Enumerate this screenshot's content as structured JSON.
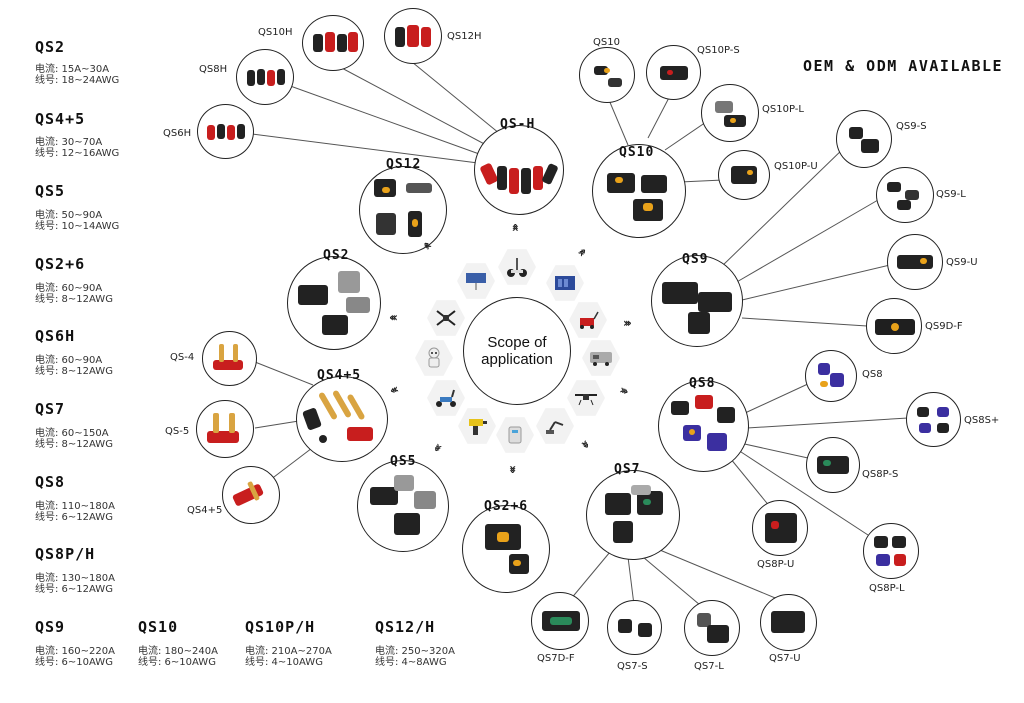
{
  "header": {
    "oem": "OEM & ODM AVAILABLE"
  },
  "center": {
    "line1": "Scope of",
    "line2": "application"
  },
  "specs": [
    {
      "name": "QS2",
      "current": "电流: 15A~30A",
      "gauge": "线号: 18~24AWG"
    },
    {
      "name": "QS4+5",
      "current": "电流: 30~70A",
      "gauge": "线号: 12~16AWG"
    },
    {
      "name": "QS5",
      "current": "电流: 50~90A",
      "gauge": "线号: 10~14AWG"
    },
    {
      "name": "QS2+6",
      "current": "电流: 60~90A",
      "gauge": "线号: 8~12AWG"
    },
    {
      "name": "QS6H",
      "current": "电流: 60~90A",
      "gauge": "线号: 8~12AWG"
    },
    {
      "name": "QS7",
      "current": "电流: 60~150A",
      "gauge": "线号: 8~12AWG"
    },
    {
      "name": "QS8",
      "current": "电流: 110~180A",
      "gauge": "线号: 6~12AWG"
    },
    {
      "name": "QS8P/H",
      "current": "电流: 130~180A",
      "gauge": "线号: 6~12AWG"
    },
    {
      "name": "QS9",
      "current": "电流: 160~220A",
      "gauge": "线号: 6~10AWG"
    },
    {
      "name": "QS10",
      "current": "电流: 180~240A",
      "gauge": "线号: 6~10AWG"
    },
    {
      "name": "QS10P/H",
      "current": "电流: 210A~270A",
      "gauge": "线号: 4~10AWG"
    },
    {
      "name": "QS12/H",
      "current": "电流: 250~320A",
      "gauge": "线号: 4~8AWG"
    }
  ],
  "hubs": {
    "qsh": "QS-H",
    "qs12": "QS12",
    "qs10": "QS10",
    "qs2": "QS2",
    "qs9": "QS9",
    "qs45": "QS4+5",
    "qs8": "QS8",
    "qs5": "QS5",
    "qs26": "QS2+6",
    "qs7": "QS7"
  },
  "leaves": {
    "qs10h": "QS10H",
    "qs12h": "QS12H",
    "qs8h": "QS8H",
    "qs6h": "QS6H",
    "qs10": "QS10",
    "qs10ps": "QS10P-S",
    "qs10pl": "QS10P-L",
    "qs10pu": "QS10P-U",
    "qs9s": "QS9-S",
    "qs9l": "QS9-L",
    "qs9u": "QS9-U",
    "qs9df": "QS9D-F",
    "qs8": "QS8",
    "qs8sp": "QS8S+",
    "qs8ps": "QS8P-S",
    "qs8pu": "QS8P-U",
    "qs8pl": "QS8P-L",
    "qs4": "QS-4",
    "qs5": "QS-5",
    "qs45": "QS4+5",
    "qs7df": "QS7D-F",
    "qs7s": "QS7-S",
    "qs7l": "QS7-L",
    "qs7u": "QS7-U"
  }
}
